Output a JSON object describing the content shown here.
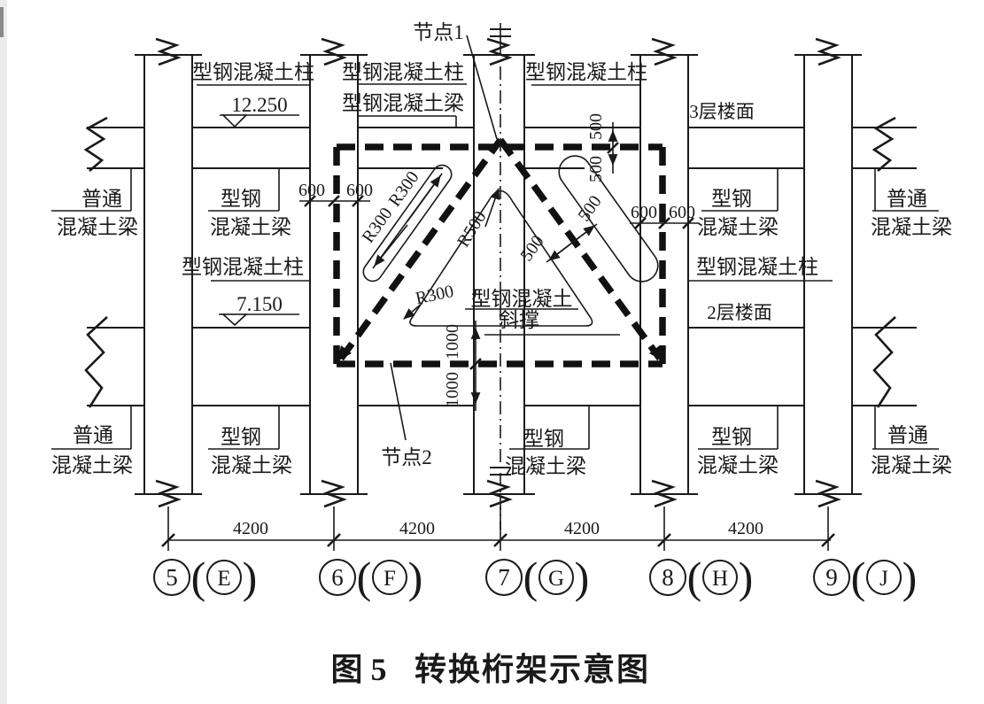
{
  "caption": {
    "fig_no": "图 5",
    "title": "转换桁架示意图"
  },
  "labels": {
    "src_column": "型钢混凝土柱",
    "src_beam": "型钢混凝土梁",
    "steel": "型钢",
    "concrete_beam": "混凝土梁",
    "ordinary": "普通",
    "floor3": "3层楼面",
    "floor2": "2层楼面",
    "node1": "节点1",
    "node2": "节点2",
    "brace_l1": "型钢混凝土",
    "brace_l2": "斜撑",
    "level_3f": "12.250",
    "level_2f": "7.150"
  },
  "dims": {
    "span": "4200",
    "w600": "600",
    "w500": "500",
    "h1000": "1000",
    "r300": "R300",
    "r500": "R500"
  },
  "grids": [
    {
      "no": "5",
      "letter": "E"
    },
    {
      "no": "6",
      "letter": "F"
    },
    {
      "no": "7",
      "letter": "G"
    },
    {
      "no": "8",
      "letter": "H"
    },
    {
      "no": "9",
      "letter": "J"
    }
  ],
  "colors": {
    "ink": "#1a1a1a",
    "bg": "#ffffff"
  }
}
